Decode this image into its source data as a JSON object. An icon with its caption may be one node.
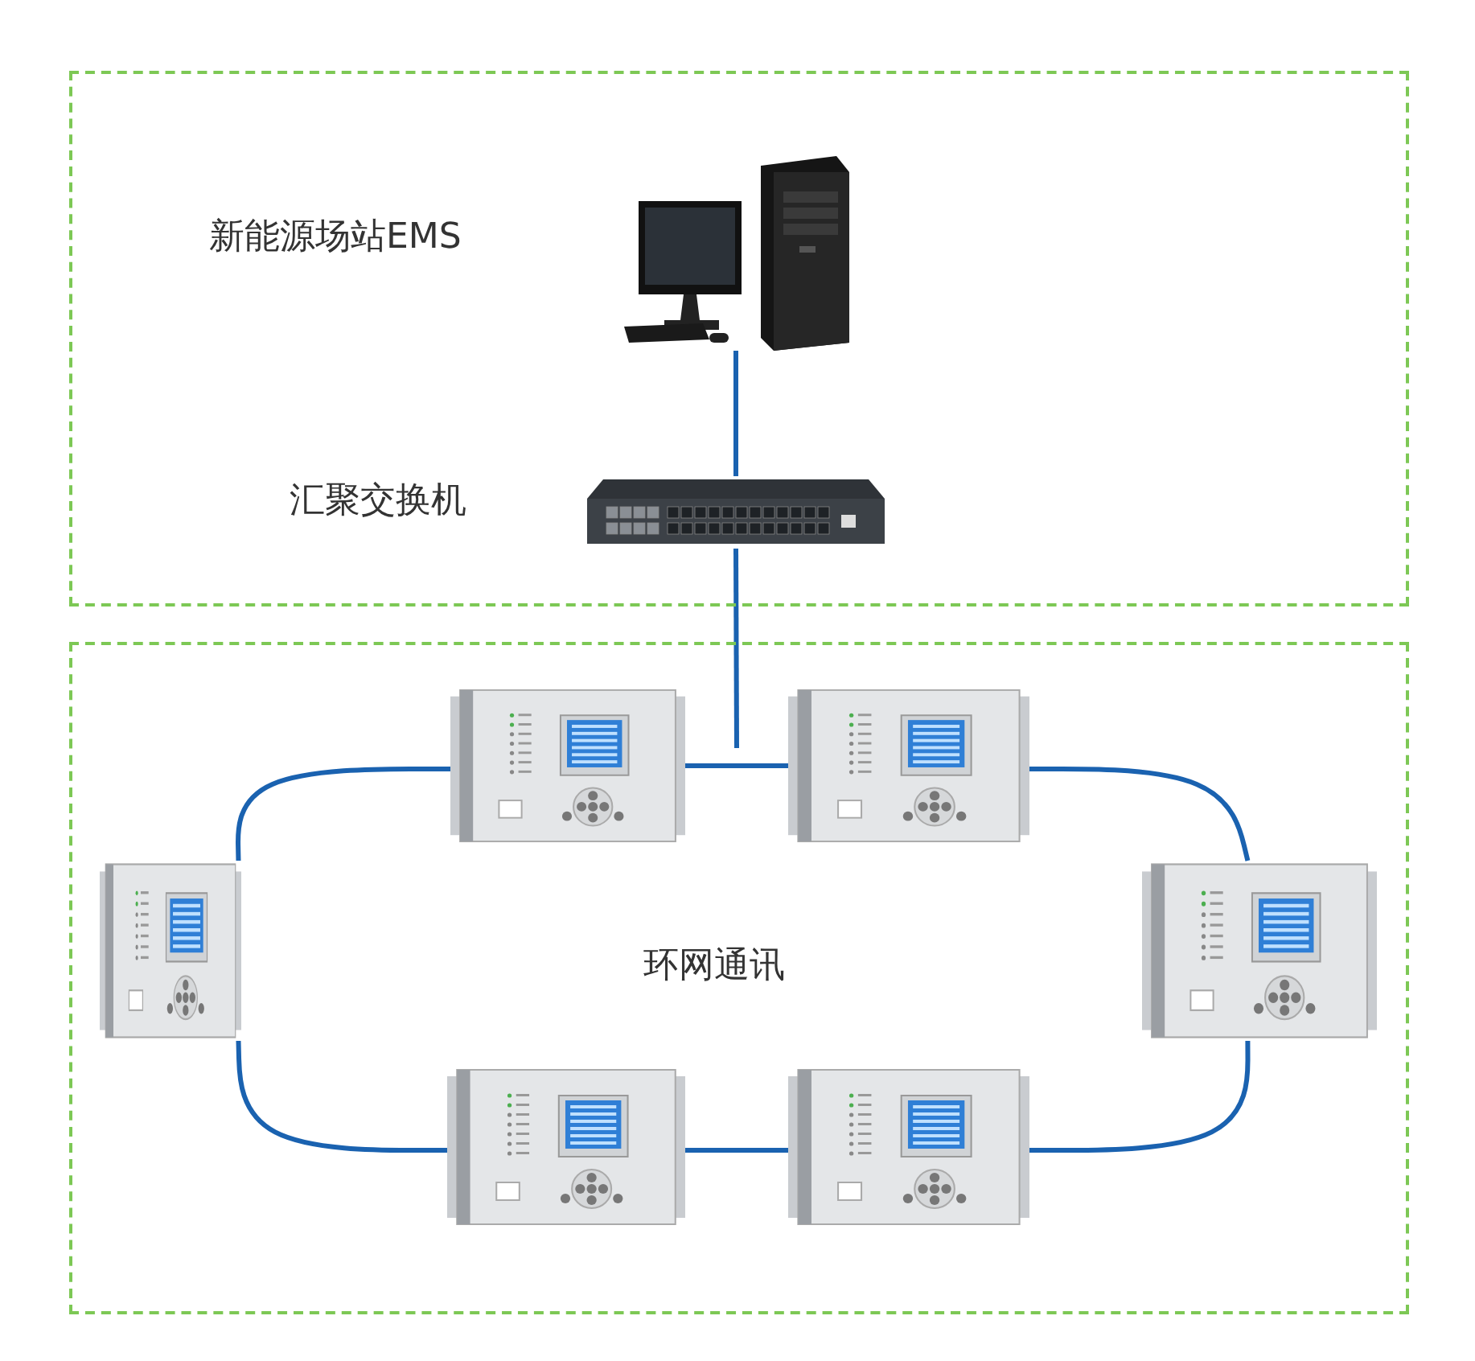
{
  "diagram": {
    "nodes": [
      {
        "text": [],
        "shape": "box"
      },
      {
        "text": [],
        "shape": "picture",
        "in": 0
      },
      {
        "text": [],
        "shape": "picture",
        "in": 0,
        "beside": [
          "汇聚交换机"
        ]
      },
      {
        "text": [],
        "shape": "box"
      },
      {
        "text": [],
        "shape": "picture",
        "in": 3
      },
      {
        "text": [],
        "shape": "picture",
        "in": 3
      },
      {
        "text": [],
        "shape": "picture",
        "in": 3
      },
      {
        "text": [],
        "shape": "picture",
        "in": 3
      },
      {
        "text": [],
        "shape": "picture",
        "in": 3
      },
      {
        "text": [],
        "shape": "picture",
        "in": 3
      }
    ],
    "edges": [
      {
        "from": 1,
        "to": 2,
        "arrow": "none"
      },
      {
        "from": 2,
        "to": null,
        "arrow": "none"
      },
      {
        "from": 4,
        "to": 5,
        "arrow": "none"
      },
      {
        "from": 5,
        "to": 7,
        "arrow": "none"
      },
      {
        "from": 7,
        "to": 9,
        "arrow": "none"
      },
      {
        "from": 9,
        "to": 8,
        "arrow": "none"
      },
      {
        "from": 8,
        "to": 6,
        "arrow": "none"
      },
      {
        "from": 6,
        "to": 4,
        "arrow": "none"
      }
    ],
    "labels": [
      "新能源场站EMS",
      "环网通讯"
    ]
  }
}
